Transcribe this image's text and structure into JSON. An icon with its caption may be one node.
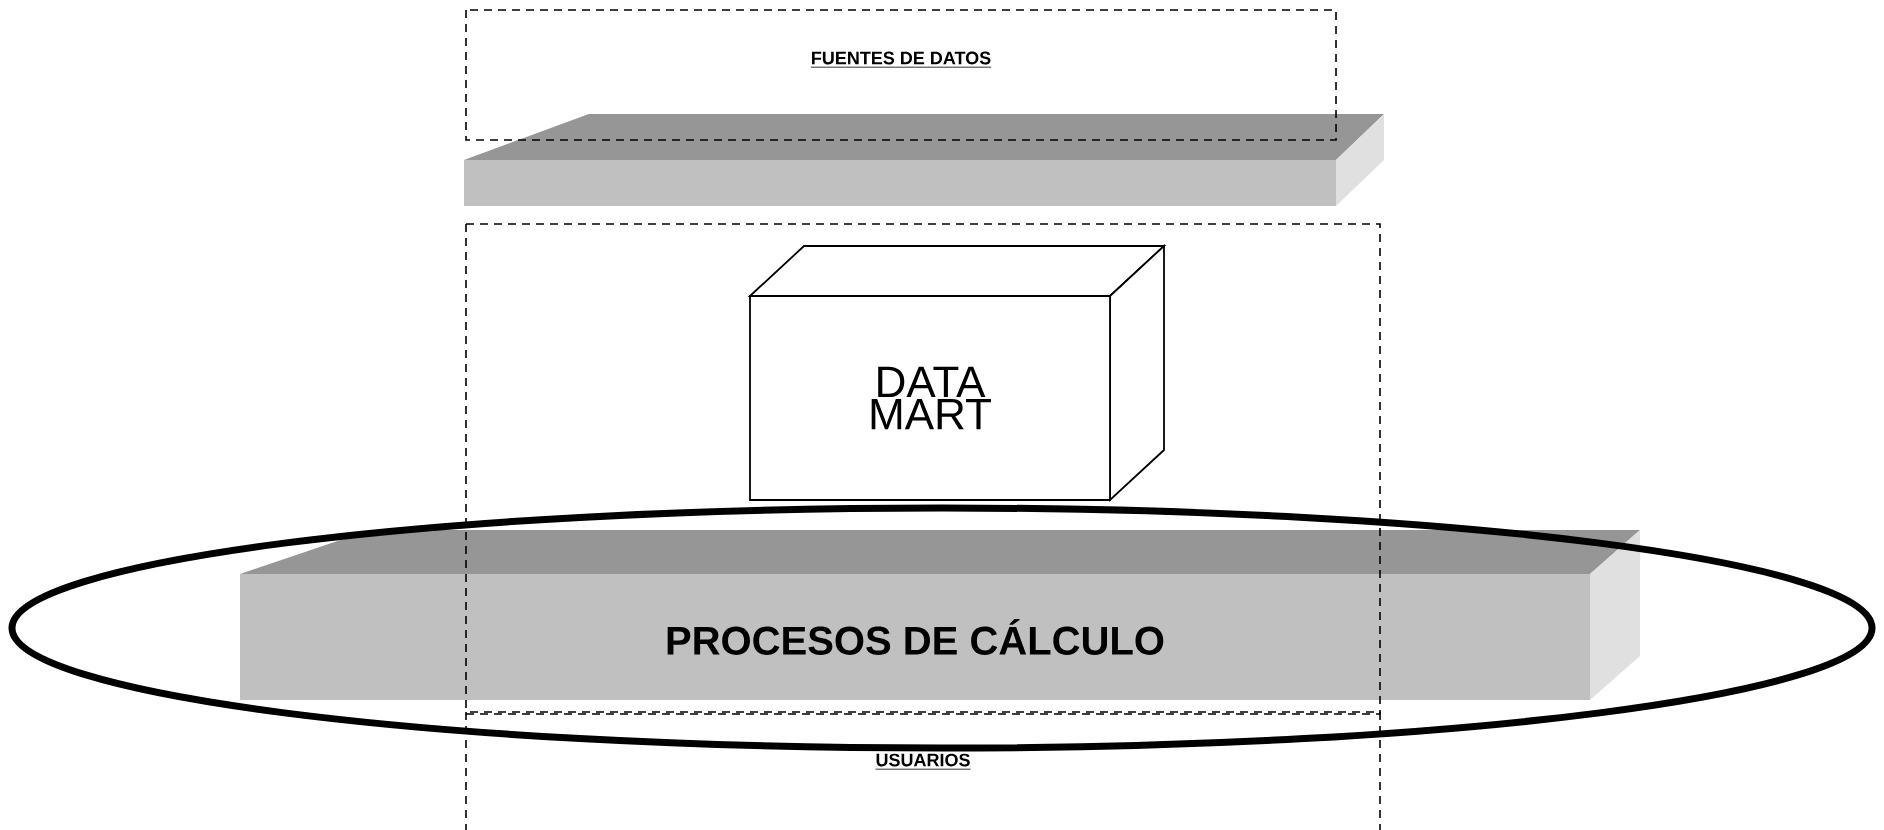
{
  "diagram": {
    "nodes": [
      {
        "text": [
          "FUENTES DE DATOS"
        ]
      },
      {
        "text": [],
        "shape": "bar"
      },
      {
        "text": [],
        "shape": "box"
      },
      {
        "text": [
          "DATA MART"
        ],
        "in": 2
      },
      {
        "text": [],
        "shape": "ellipse"
      },
      {
        "text": [
          "PROCESOS DE CÁLCULO"
        ],
        "in": 4
      },
      {
        "text": [
          "USUARIOS"
        ]
      }
    ]
  }
}
